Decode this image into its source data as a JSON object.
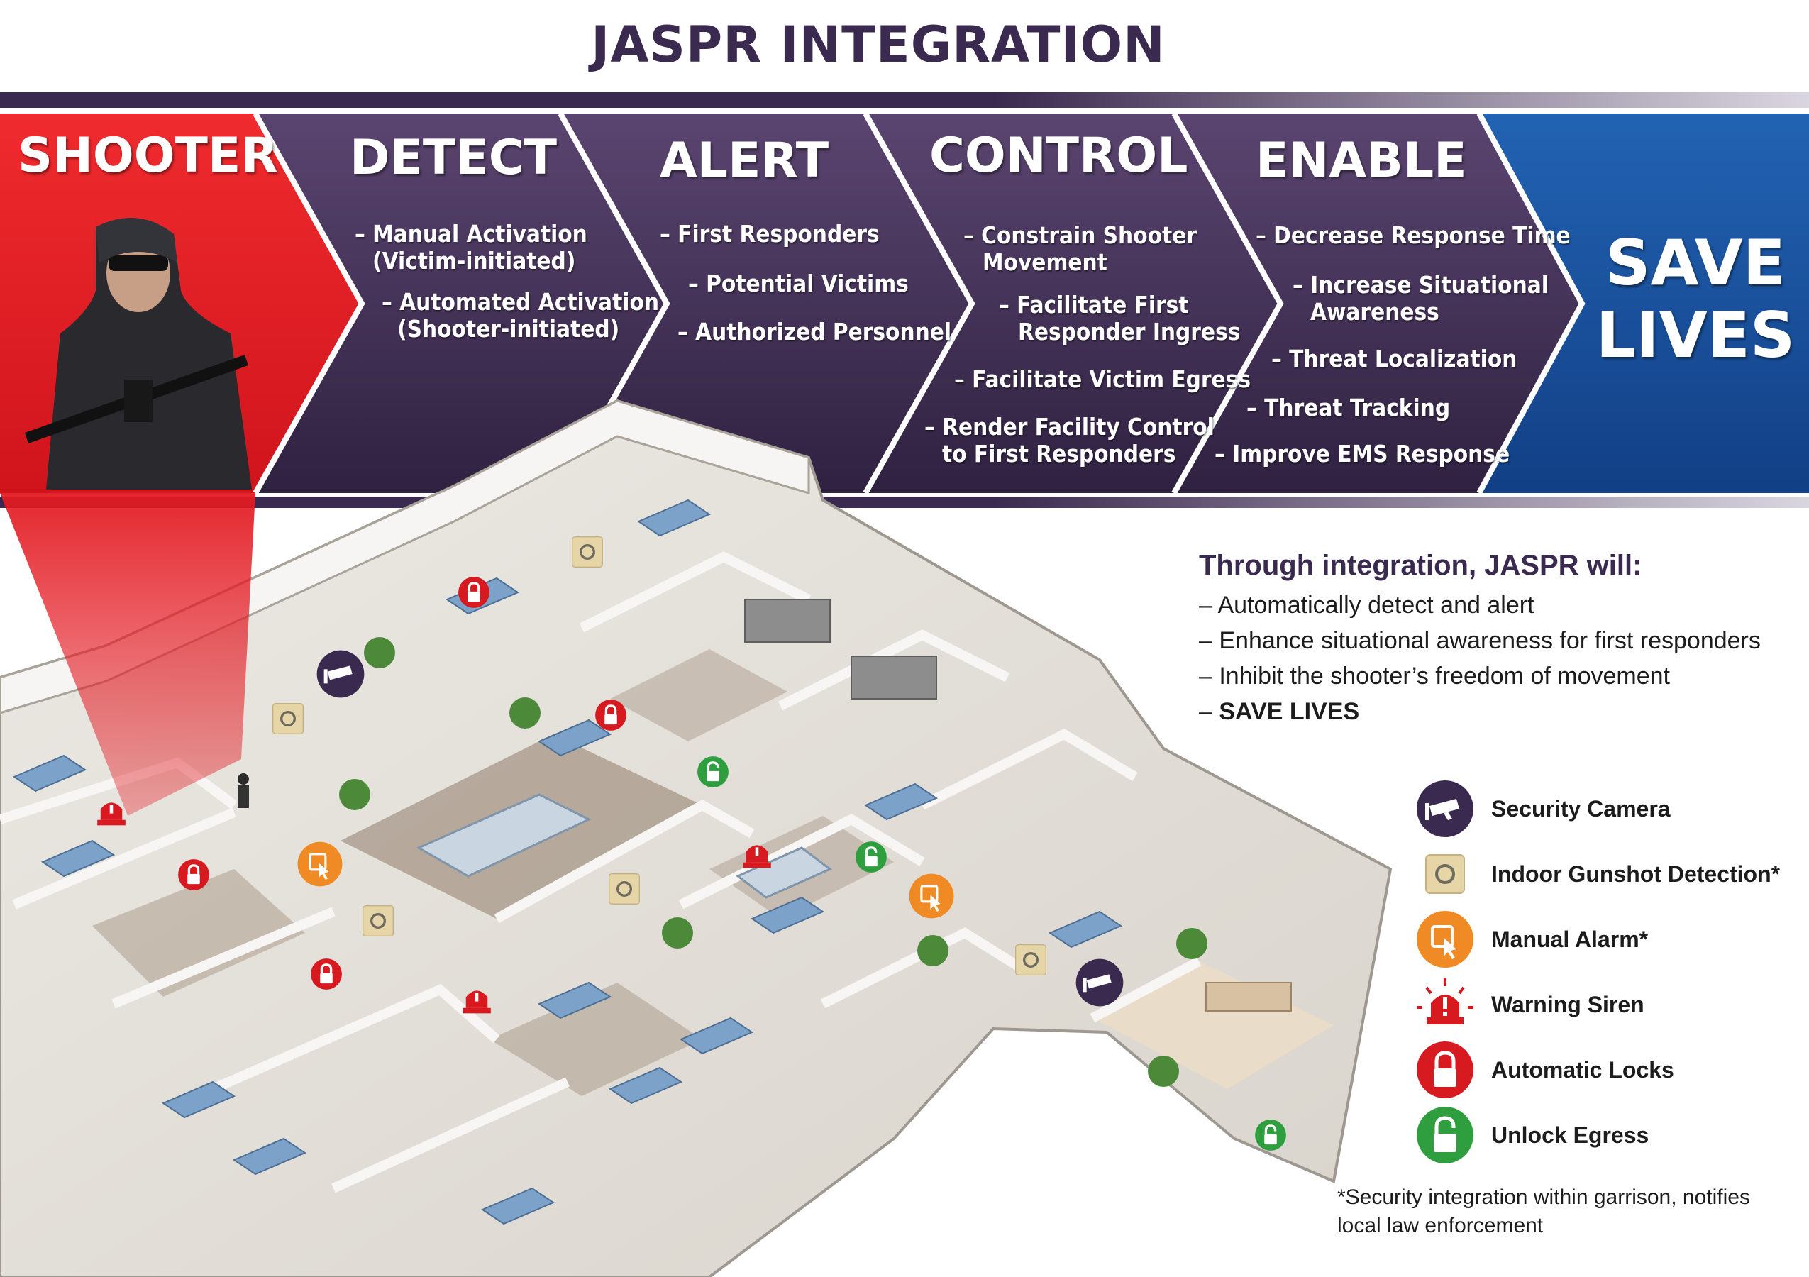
{
  "title": "JASPR INTEGRATION",
  "stages": [
    {
      "name": "SHOOTER"
    },
    {
      "name": "DETECT",
      "items": [
        "– Manual Activation",
        "(Victim-initiated)",
        "– Automated Activation",
        "(Shooter-initiated)"
      ]
    },
    {
      "name": "ALERT",
      "items": [
        "– First Responders",
        "– Potential Victims",
        "– Authorized Personnel"
      ]
    },
    {
      "name": "CONTROL",
      "items": [
        "– Constrain Shooter",
        "Movement",
        "– Facilitate First",
        "Responder Ingress",
        "– Facilitate Victim Egress",
        "– Render Facility Control",
        "to First Responders"
      ]
    },
    {
      "name": "ENABLE",
      "items": [
        "– Decrease Response Time",
        "– Increase Situational",
        "Awareness",
        "– Threat Localization",
        "– Threat Tracking",
        "– Improve EMS Response"
      ]
    }
  ],
  "outcome": [
    "SAVE",
    "LIVES"
  ],
  "benefits": {
    "heading": "Through integration,  JASPR will:",
    "items": [
      "– Automatically detect and alert",
      "– Enhance situational awareness for first responders",
      "– Inhibit the shooter’s freedom of movement"
    ],
    "final_dash": "– ",
    "final_bold": "SAVE LIVES"
  },
  "legend": [
    {
      "icon": "security-camera-icon",
      "label": "Security Camera"
    },
    {
      "icon": "gunshot-detector-icon",
      "label": "Indoor Gunshot Detection*"
    },
    {
      "icon": "manual-alarm-icon",
      "label": "Manual Alarm*"
    },
    {
      "icon": "warning-siren-icon",
      "label": "Warning Siren"
    },
    {
      "icon": "lock-icon",
      "label": "Automatic Locks"
    },
    {
      "icon": "unlock-icon",
      "label": "Unlock Egress"
    }
  ],
  "footnote": "*Security integration within garrison, notifies local law enforcement",
  "colors": {
    "purple": "#3b2a4f",
    "shooter_red": "#e31b23",
    "save_blue": "#1a4f9c",
    "lock_red": "#d71920",
    "unlock_green": "#2e9e3f",
    "alarm_orange": "#f08a24",
    "sensor_beige": "#e6d5a6"
  }
}
